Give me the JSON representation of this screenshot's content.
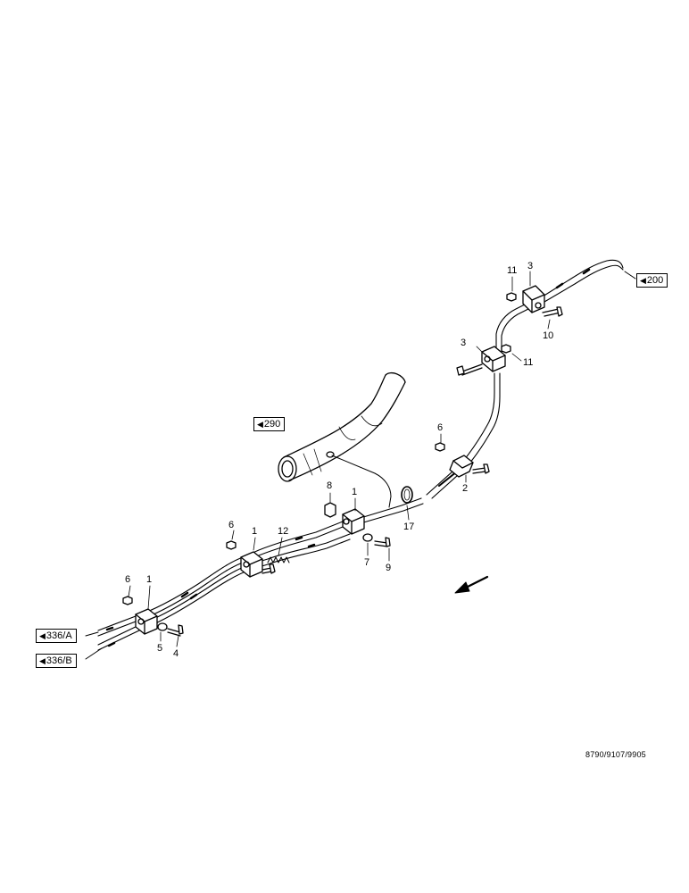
{
  "references": [
    {
      "id": "ref-200",
      "label": "200"
    },
    {
      "id": "ref-290",
      "label": "290"
    },
    {
      "id": "ref-336a",
      "label": "336/A"
    },
    {
      "id": "ref-336b",
      "label": "336/B"
    }
  ],
  "callouts": [
    "11",
    "3",
    "10",
    "3",
    "11",
    "6",
    "2",
    "8",
    "1",
    "17",
    "6",
    "1",
    "12",
    "7",
    "9",
    "6",
    "1",
    "5",
    "4"
  ],
  "drawing_number": "8790/9107/9905",
  "icons": {
    "direction": "arrow-down-left-icon",
    "reference": "triangle-left-icon"
  }
}
